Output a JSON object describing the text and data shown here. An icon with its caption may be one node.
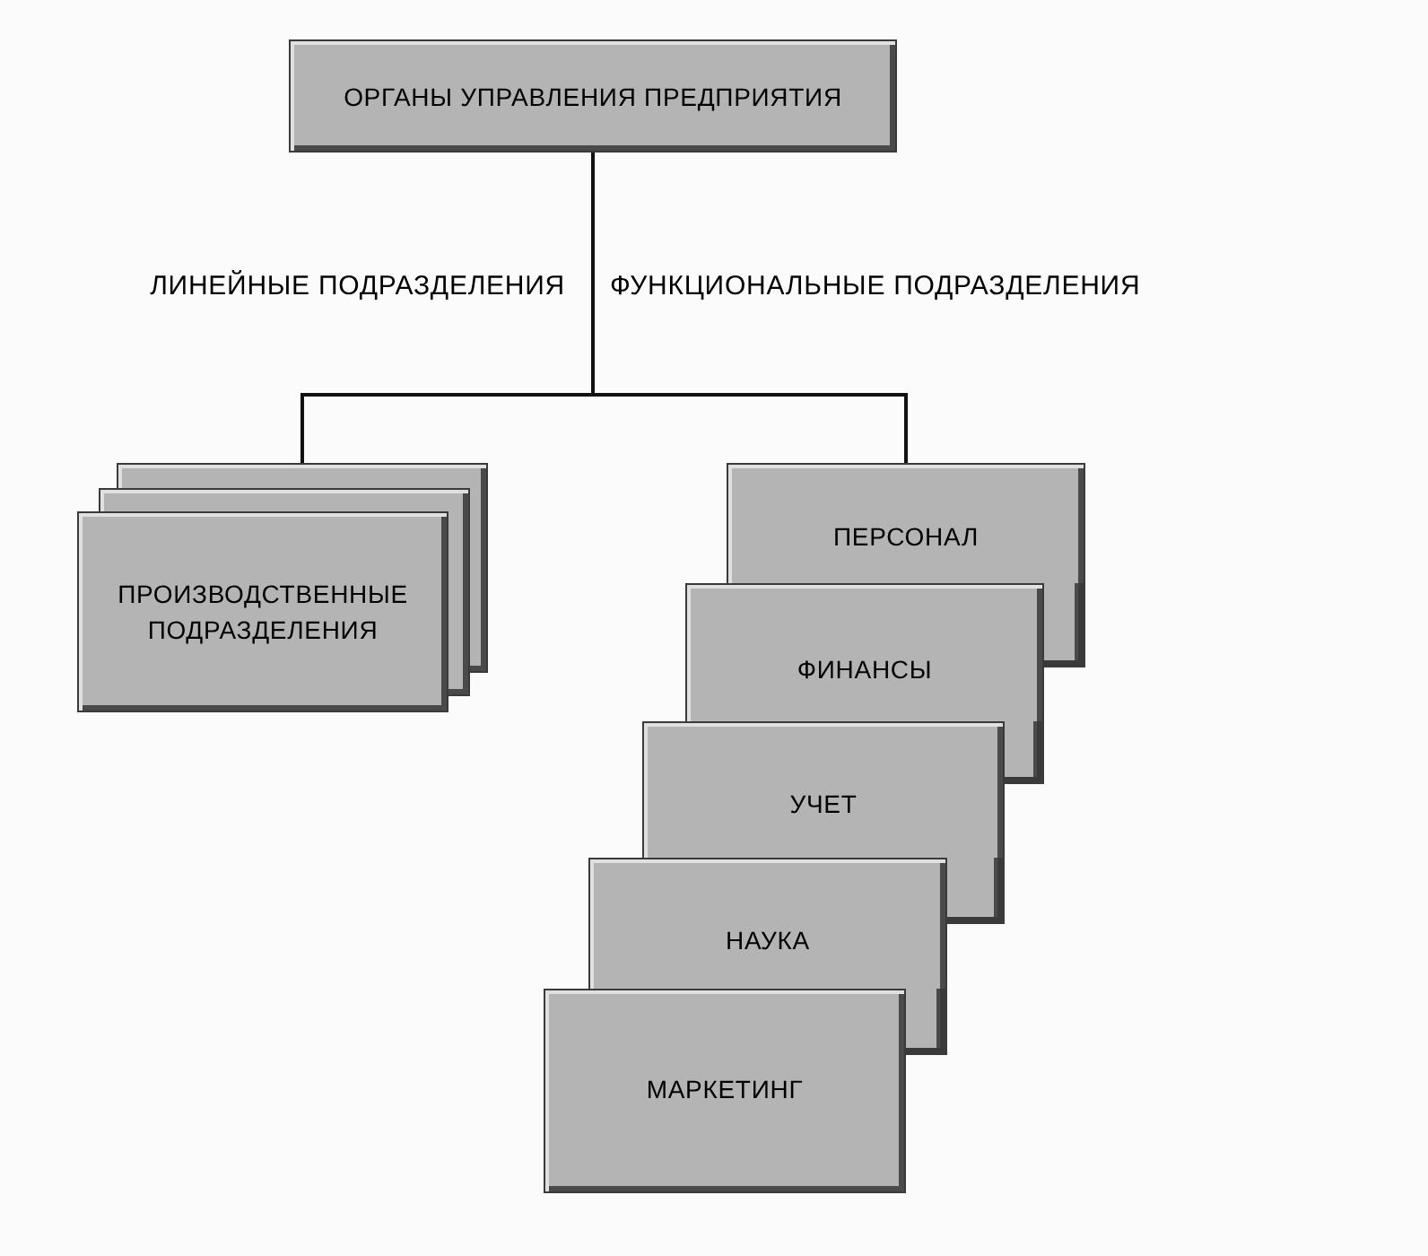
{
  "diagram": {
    "nodes": [
      {
        "text": [
          "ОРГАНЫ УПРАВЛЕНИЯ ПРЕДПРИЯТИЯ"
        ]
      },
      {
        "text": [
          "ПРОИЗВОДСТВЕННЫЕ ПОДРАЗДЕЛЕНИЯ"
        ]
      },
      {
        "text": [
          "ПЕРСОНАЛ"
        ]
      },
      {
        "text": [
          "ФИНАНСЫ"
        ]
      },
      {
        "text": [
          "УЧЕТ"
        ]
      },
      {
        "text": [
          "НАУКА"
        ]
      },
      {
        "text": [
          "МАРКЕТИНГ"
        ]
      }
    ],
    "edges": [
      {
        "from": 0,
        "to": 1,
        "arrow": "none"
      },
      {
        "from": 0,
        "to": 2,
        "arrow": "none"
      }
    ],
    "labels": [
      "ЛИНЕЙНЫЕ ПОДРАЗДЕЛЕНИЯ",
      "ФУНКЦИОНАЛЬНЫЕ ПОДРАЗДЕЛЕНИЯ"
    ]
  }
}
